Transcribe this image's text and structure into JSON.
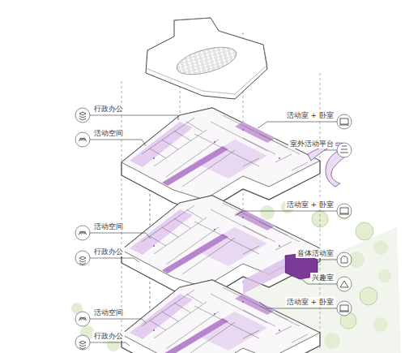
{
  "diagram": {
    "labels": [
      "行政办公",
      "活动空间",
      "活动室 + 卧室",
      "室外活动平台",
      "活动室 + 卧室",
      "活动空间",
      "行政办公",
      "音体活动室",
      "兴趣室",
      "活动室 + 卧室",
      "活动空间",
      "行政办公"
    ]
  }
}
